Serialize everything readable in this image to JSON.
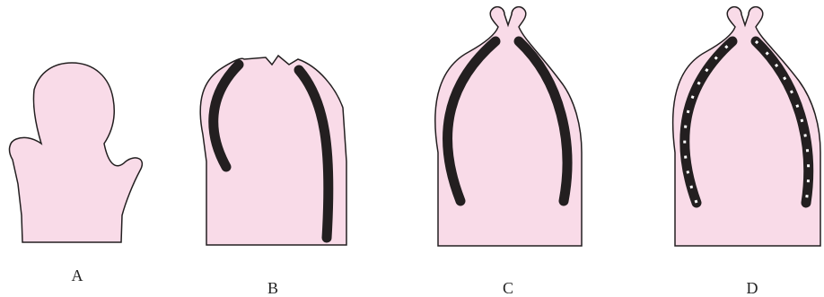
{
  "figure": {
    "colors": {
      "tissue_fill": "#f9dbe8",
      "outline": "#231f20",
      "band": "#231f20",
      "band_gap": "#ffffff"
    },
    "panels": [
      {
        "id": "A",
        "label": "A"
      },
      {
        "id": "B",
        "label": "B"
      },
      {
        "id": "C",
        "label": "C"
      },
      {
        "id": "D",
        "label": "D"
      }
    ]
  }
}
